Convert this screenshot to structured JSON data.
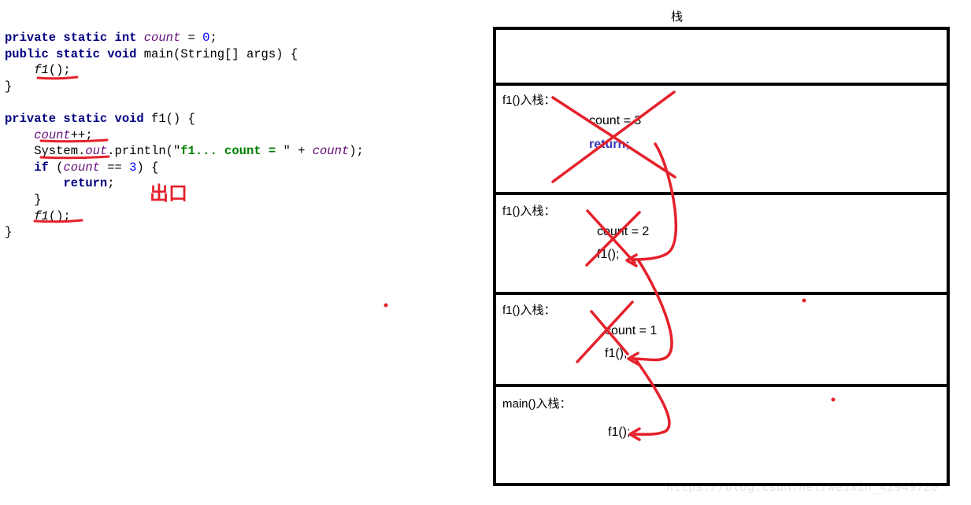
{
  "code": {
    "lines": [
      [
        {
          "t": "private static int ",
          "c": "kw"
        },
        {
          "t": "count",
          "c": "var"
        },
        {
          "t": " = "
        },
        {
          "t": "0",
          "c": "num"
        },
        {
          "t": ";"
        }
      ],
      [
        {
          "t": "public static void ",
          "c": "kw"
        },
        {
          "t": "main(String[] args) {"
        }
      ],
      [
        {
          "t": "    "
        },
        {
          "t": "f1",
          "c": "fn"
        },
        {
          "t": "();"
        }
      ],
      [
        {
          "t": "}"
        }
      ],
      [
        {
          "t": ""
        }
      ],
      [
        {
          "t": "private static void ",
          "c": "kw"
        },
        {
          "t": "f1() {"
        }
      ],
      [
        {
          "t": "    "
        },
        {
          "t": "count",
          "c": "var"
        },
        {
          "t": "++;"
        }
      ],
      [
        {
          "t": "    System."
        },
        {
          "t": "out",
          "c": "var"
        },
        {
          "t": ".println(\""
        },
        {
          "t": "f1... count = ",
          "c": "str"
        },
        {
          "t": "\" + "
        },
        {
          "t": "count",
          "c": "var"
        },
        {
          "t": ");"
        }
      ],
      [
        {
          "t": "    "
        },
        {
          "t": "if",
          "c": "kw"
        },
        {
          "t": " ("
        },
        {
          "t": "count",
          "c": "var"
        },
        {
          "t": " == "
        },
        {
          "t": "3",
          "c": "num"
        },
        {
          "t": ") {"
        }
      ],
      [
        {
          "t": "        "
        },
        {
          "t": "return",
          "c": "kw"
        },
        {
          "t": ";"
        }
      ],
      [
        {
          "t": "    }"
        }
      ],
      [
        {
          "t": "    "
        },
        {
          "t": "f1",
          "c": "fn"
        },
        {
          "t": "();"
        }
      ],
      [
        {
          "t": "}"
        }
      ]
    ],
    "exit_label": "出口"
  },
  "stack": {
    "title": "栈",
    "frames": [
      {
        "label": "f1()入栈：",
        "lines": [
          "count = 3",
          "return;"
        ]
      },
      {
        "label": "f1()入栈：",
        "lines": [
          "count = 2",
          "f1();"
        ]
      },
      {
        "label": "f1()入栈：",
        "lines": [
          "count = 1",
          "f1();"
        ]
      },
      {
        "label": "main()入栈：",
        "lines": [
          "f1();"
        ]
      }
    ]
  },
  "watermark": "https://blog.csdn.net/weixin_42949720",
  "colors": {
    "annotation": "#e5212b",
    "keyword": "#000080",
    "field": "#660e7a",
    "number": "#0000ff",
    "string": "#008000",
    "return": "#3a3ab8"
  }
}
